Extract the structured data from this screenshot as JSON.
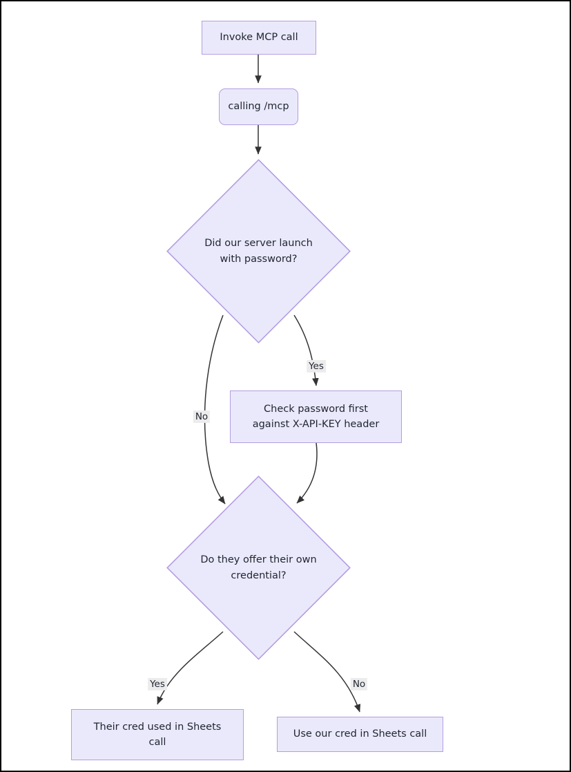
{
  "diagram": {
    "type": "flowchart",
    "direction": "top-down",
    "theme": {
      "node_fill": "#eae9fb",
      "node_stroke": "#b49de0",
      "edge_stroke": "#333333",
      "edge_label_bg": "#ececec",
      "text_color": "#1f2430",
      "page_bg": "#ffffff",
      "page_border": "#000000"
    },
    "nodes": [
      {
        "id": "invoke",
        "shape": "rect",
        "label": "Invoke MCP call"
      },
      {
        "id": "calling",
        "shape": "rounded-rect",
        "label": "calling /mcp"
      },
      {
        "id": "launch_pw",
        "shape": "diamond",
        "label": "Did our server launch with password?"
      },
      {
        "id": "check_pw",
        "shape": "rect",
        "label_line1": "Check password first",
        "label_line2": "against X-API-KEY header"
      },
      {
        "id": "own_cred",
        "shape": "diamond",
        "label": "Do they offer their own credential?"
      },
      {
        "id": "their_cred",
        "shape": "rect",
        "label": "Their cred used in Sheets call"
      },
      {
        "id": "our_cred",
        "shape": "rect",
        "label": "Use our cred in Sheets call"
      }
    ],
    "edges": [
      {
        "id": "e1",
        "from": "invoke",
        "to": "calling",
        "label": ""
      },
      {
        "id": "e2",
        "from": "calling",
        "to": "launch_pw",
        "label": ""
      },
      {
        "id": "e3",
        "from": "launch_pw",
        "to": "check_pw",
        "label": "Yes"
      },
      {
        "id": "e4",
        "from": "launch_pw",
        "to": "own_cred",
        "label": "No"
      },
      {
        "id": "e5",
        "from": "check_pw",
        "to": "own_cred",
        "label": ""
      },
      {
        "id": "e6",
        "from": "own_cred",
        "to": "their_cred",
        "label": "Yes"
      },
      {
        "id": "e7",
        "from": "own_cred",
        "to": "our_cred",
        "label": "No"
      }
    ]
  }
}
